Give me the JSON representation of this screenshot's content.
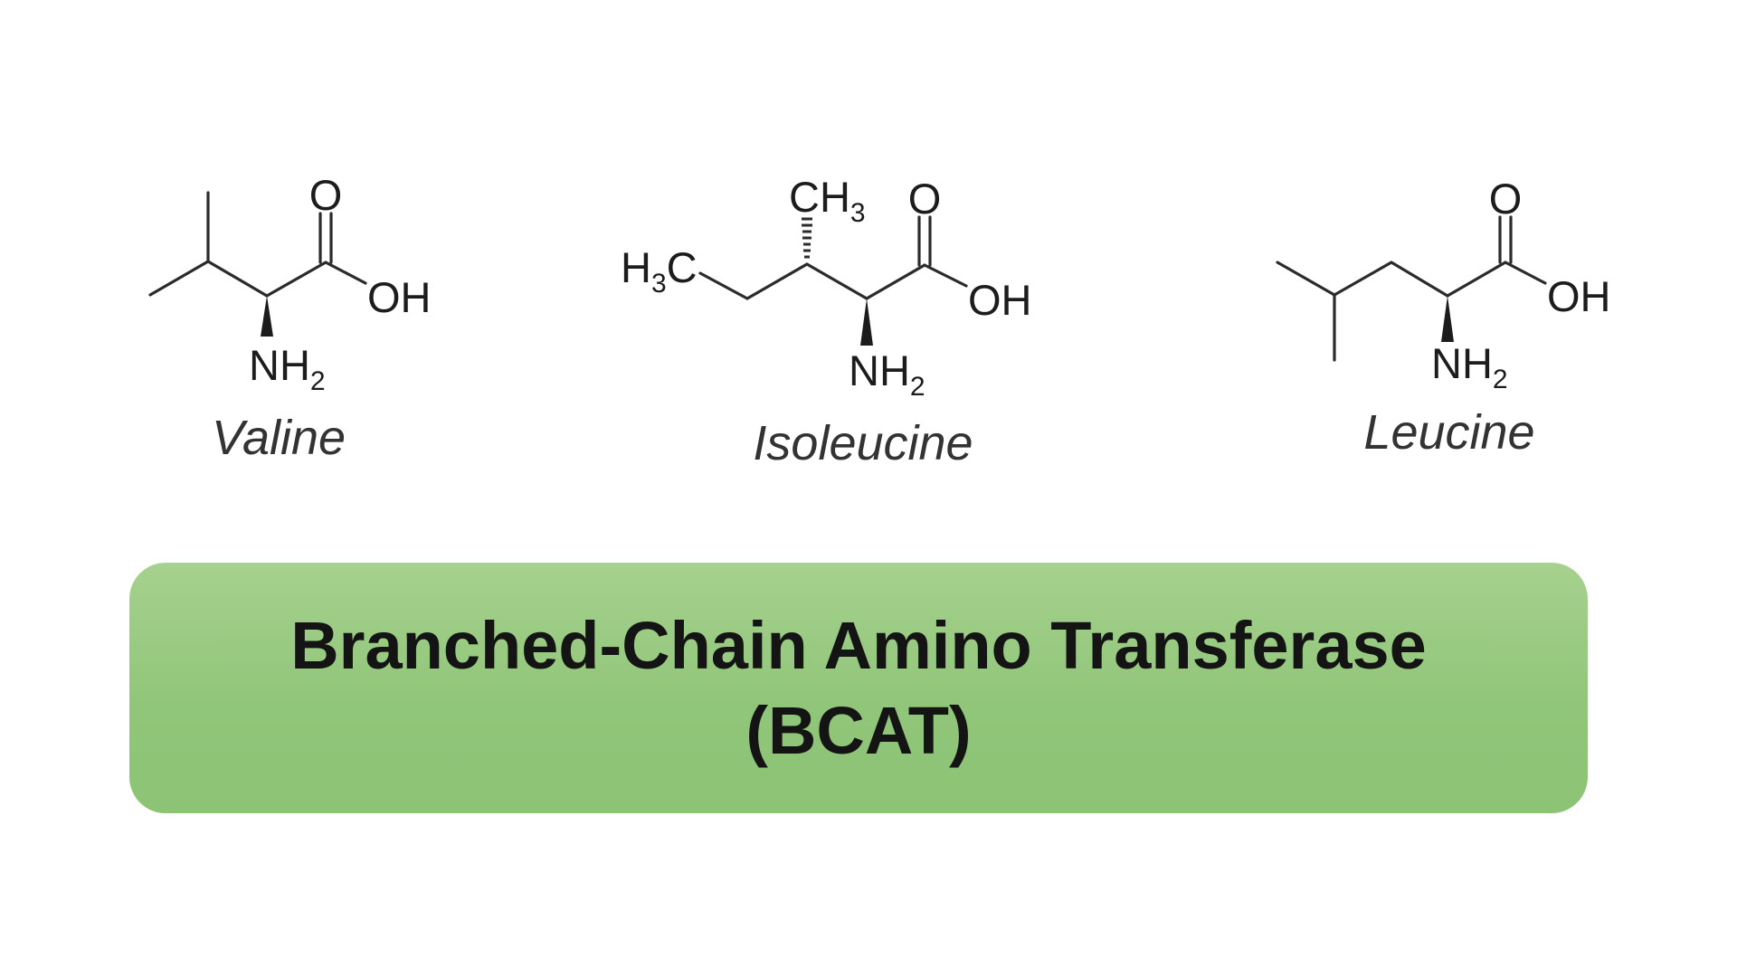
{
  "molecules": [
    {
      "name": "Valine",
      "labels": {
        "carbonyl": "O",
        "hydroxyl": "OH",
        "amine": "NH",
        "amine_sub": "2"
      }
    },
    {
      "name": "Isoleucine",
      "labels": {
        "carbonyl": "O",
        "hydroxyl": "OH",
        "amine": "NH",
        "amine_sub": "2",
        "methyl": "CH",
        "methyl_sub": "3",
        "ethyl_h": "H",
        "ethyl_sub": "3",
        "ethyl_c": "C"
      }
    },
    {
      "name": "Leucine",
      "labels": {
        "carbonyl": "O",
        "hydroxyl": "OH",
        "amine": "NH",
        "amine_sub": "2"
      }
    }
  ],
  "enzyme": {
    "line1": "Branched-Chain Amino Transferase",
    "line2": "(BCAT)",
    "color": "#93c77c"
  }
}
